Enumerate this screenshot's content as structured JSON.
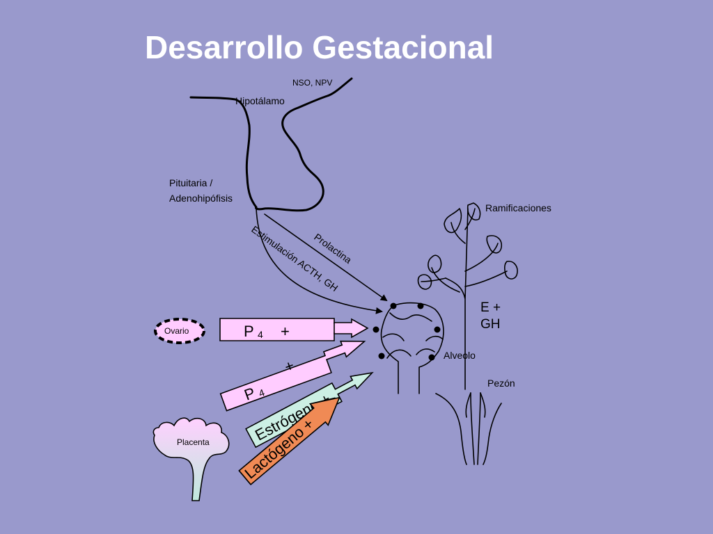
{
  "title": "Desarrollo Gestacional",
  "labels": {
    "nso_npv": "NSO, NPV",
    "hipotalamo": "Hipotálamo",
    "pituitaria_line1": "Pituitaria /",
    "pituitaria_line2": "Adenohipófisis",
    "ramificaciones": "Ramificaciones",
    "prolactina": "Prolactina",
    "estimulacion": "Estimulación  ACTH, GH",
    "e_plus": "E   +",
    "gh": "GH",
    "alveolo": "Alveolo",
    "pezon": "Pezón",
    "ovario": "Ovario",
    "placenta": "Placenta"
  },
  "arrows": {
    "p4_ovario": {
      "text": "P",
      "sub": "4",
      "sign": "+"
    },
    "p4_placenta": {
      "text": "P",
      "sub": "4",
      "sign": "+"
    },
    "estrogeno": {
      "text": "Estrógeno",
      "sign": "+"
    },
    "lactogeno": {
      "text": "Lactógeno",
      "sign": "+"
    }
  },
  "colors": {
    "background": "#9999cc",
    "title": "#ffffff",
    "progesterone_arrow": "#ffccff",
    "estrogen_arrow": "#ccefe4",
    "lactogen_arrow": "#f08a55",
    "placenta_fill_top": "#ffd0ff",
    "placenta_fill_bottom": "#bfe8dc",
    "ovary_fill": "#ffccff"
  }
}
